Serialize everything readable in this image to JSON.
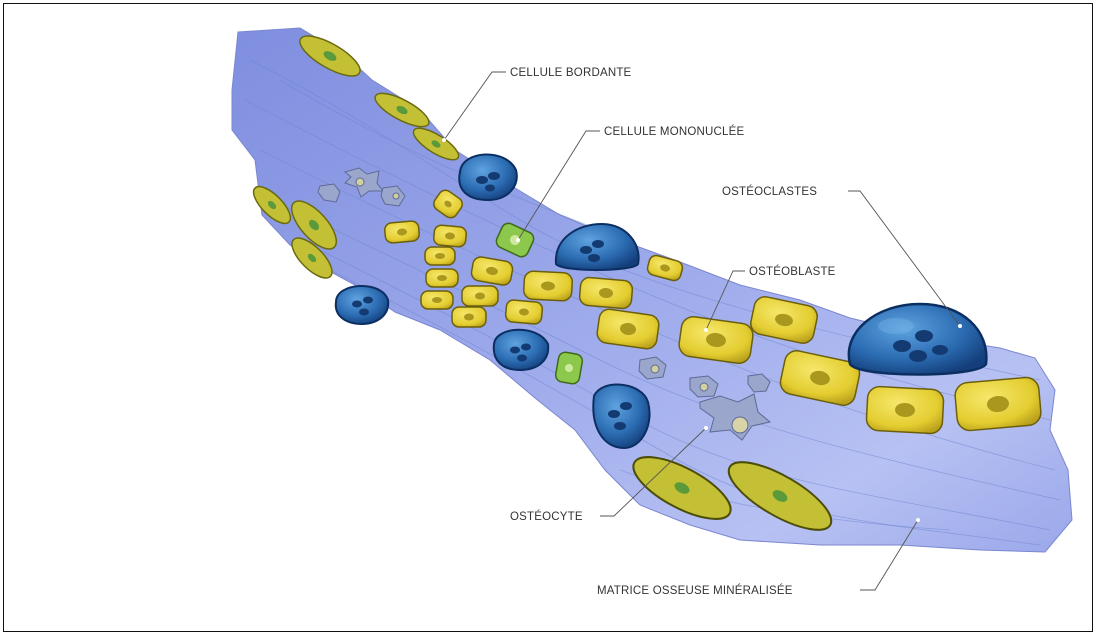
{
  "labels": {
    "cellule_bordante": "CELLULE BORDANTE",
    "cellule_mononucleee": "CELLULE MONONUCLÉE",
    "osteoclastes": "OSTÉOCLASTES",
    "osteoblaste": "OSTÉOBLASTE",
    "osteocyte": "OSTÉOCYTE",
    "matrice": "MATRICE OSSEUSE MINÉRALISÉE"
  },
  "colors": {
    "matrix": "#8f9ee6",
    "matrix_light": "#b9c3f2",
    "osteoblast": "#e8d23a",
    "osteoblast_edge": "#8a7a12",
    "osteoclast": "#2f6fb3",
    "osteoclast_dark": "#123e78",
    "mononuclear": "#8cc84b",
    "osteocyte": "#8e9cc4",
    "leader": "#555555"
  }
}
